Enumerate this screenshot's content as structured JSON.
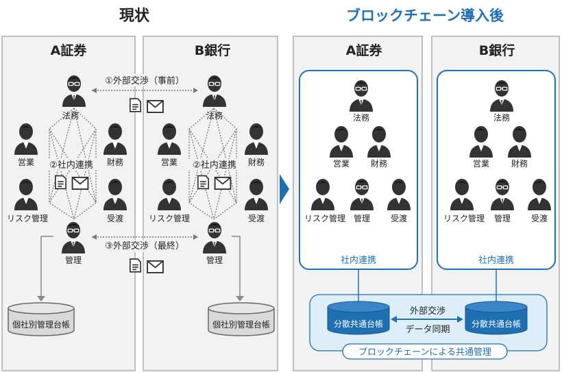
{
  "left": {
    "title": "現状",
    "col_a": "A証券",
    "col_b": "B銀行",
    "ext_first": "①外部交渉（事前）",
    "ext_final": "③外部交渉（最終）",
    "internal": "②社内連携",
    "ledger": "個社別管理台帳"
  },
  "right": {
    "title": "ブロックチェーン導入後",
    "col_a": "A証券",
    "col_b": "B銀行",
    "internal": "社内連携",
    "ledger": "分散共通台帳",
    "sync_top": "外部交渉",
    "sync_bottom": "データ同期",
    "blockchain": "ブロックチェーンによる共通管理"
  },
  "roles": {
    "legal": "法務",
    "sales": "営業",
    "finance": "財務",
    "risk": "リスク管理",
    "delivery": "受渡",
    "admin": "管理"
  },
  "colors": {
    "accent": "#1f6fb3",
    "panel_bg": "#f2f2f2",
    "panel_border": "#bfbfbf",
    "person": "#333333",
    "cylinder_grey": "#d9d9d9",
    "cylinder_blue": "#1f6fb3",
    "bc_bg": "#ddeef9"
  },
  "icons": [
    "document-icon",
    "envelope-icon",
    "person-icon",
    "person-glasses-icon",
    "database-icon",
    "arrow-right-icon"
  ]
}
